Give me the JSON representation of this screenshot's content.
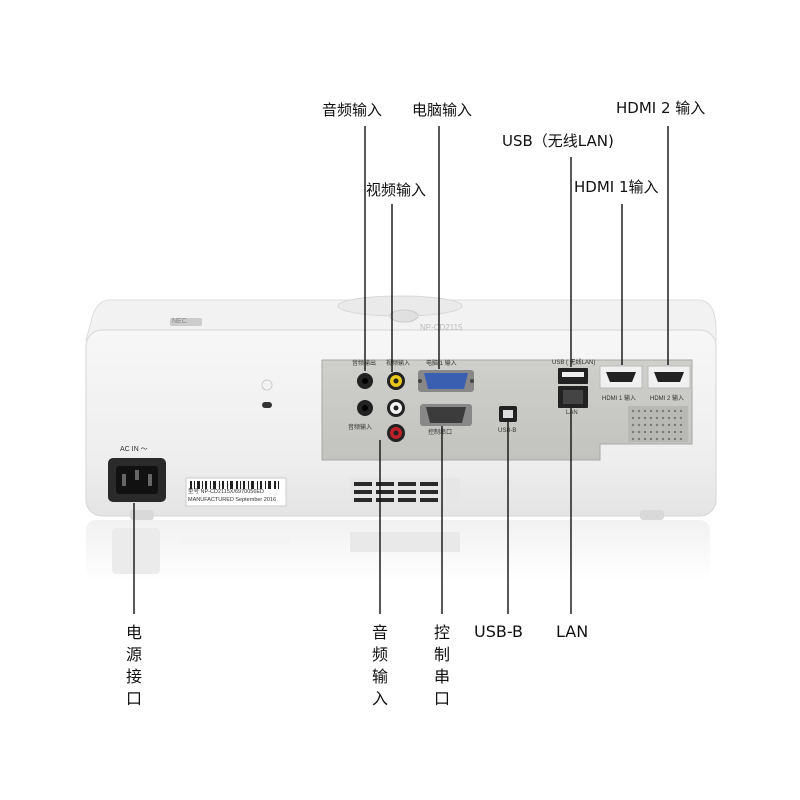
{
  "callouts_top": {
    "audio_in": "音频输入",
    "pc_in": "电脑输入",
    "video_in": "视频输入",
    "usb_wireless": "USB（无线LAN)",
    "hdmi2_in": "HDMI 2 输入",
    "hdmi1_in": "HDMI 1输入"
  },
  "callouts_bottom": {
    "power": "电源接口",
    "audio_in": "音频输入",
    "control_serial": "控制串口",
    "usb_b": "USB-B",
    "lan": "LAN"
  },
  "device": {
    "brand_logo": "NEC",
    "panel_labels": {
      "audio_out": "音频输出",
      "video_in": "视频输入",
      "pc_in": "电脑 1 输入",
      "audio_in": "音频输入",
      "control": "控制串口",
      "usb_b": "USB-B",
      "usb_wlan": "USB ( 无线LAN)",
      "lan": "LAN",
      "hdmi1": "HDMI 1 输入",
      "hdmi2": "HDMI 2 输入",
      "ac_in": "AC IN ～"
    },
    "label_plate": {
      "line1": "型号 NP-CD2115X/6970056ED",
      "line2": "MANUFACTURED September 2016"
    }
  },
  "colors": {
    "body": "#f4f4f4",
    "panel": "#c8c8c4",
    "lines": "#111111",
    "red_jack": "#c0202a",
    "yellow_jack": "#e8c81a",
    "vga_blue": "#3a5fb0"
  }
}
